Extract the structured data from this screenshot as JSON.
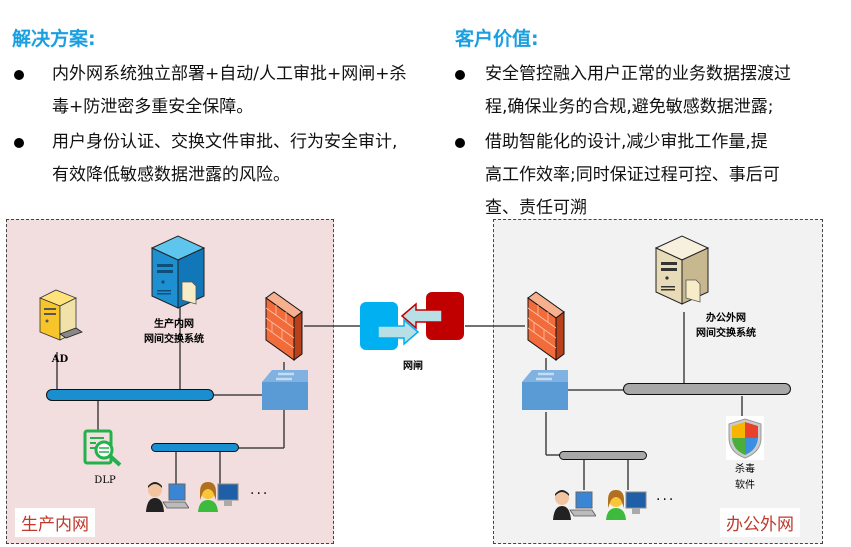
{
  "solution": {
    "heading": "解决方案:",
    "bullets": [
      {
        "line1": "内外网系统独立部署+自动/人工审批+网闸+杀",
        "line2": "毒+防泄密多重安全保障。"
      },
      {
        "line1": "用户身份认证、交换文件审批、行为安全审计,",
        "line2": "有效降低敏感数据泄露的风险。"
      }
    ]
  },
  "value": {
    "heading": "客户价值:",
    "bullets": [
      {
        "line1": "安全管控融入用户正常的业务数据摆渡过",
        "line2": "程,确保业务的合规,避免敏感数据泄露;"
      },
      {
        "line1": "借助智能化的设计,减少审批工作量,提",
        "line2": "高工作效率;同时保证过程可控、事后可",
        "line3": "查、责任可溯"
      }
    ]
  },
  "diagram": {
    "inner_zone": {
      "label": "生产内网",
      "server_label_1": "生产内网",
      "server_label_2": "网间交换系统",
      "ad_label": "AD",
      "dlp_label": "DLP",
      "ellipsis": "..."
    },
    "gateway": {
      "label": "网闸"
    },
    "outer_zone": {
      "label": "办公外网",
      "server_label_1": "办公外网",
      "server_label_2": "网间交换系统",
      "antivirus_label_1": "杀毒",
      "antivirus_label_2": "软件",
      "ellipsis": "..."
    }
  },
  "colors": {
    "heading": "#1aa0e0",
    "inner_zone_bg": "#f2dede",
    "outer_zone_bg": "#f2f2f2",
    "zone_label": "#c0392b",
    "inner_bus": "#1a8fd0",
    "outer_bus": "#a8a8a8"
  }
}
